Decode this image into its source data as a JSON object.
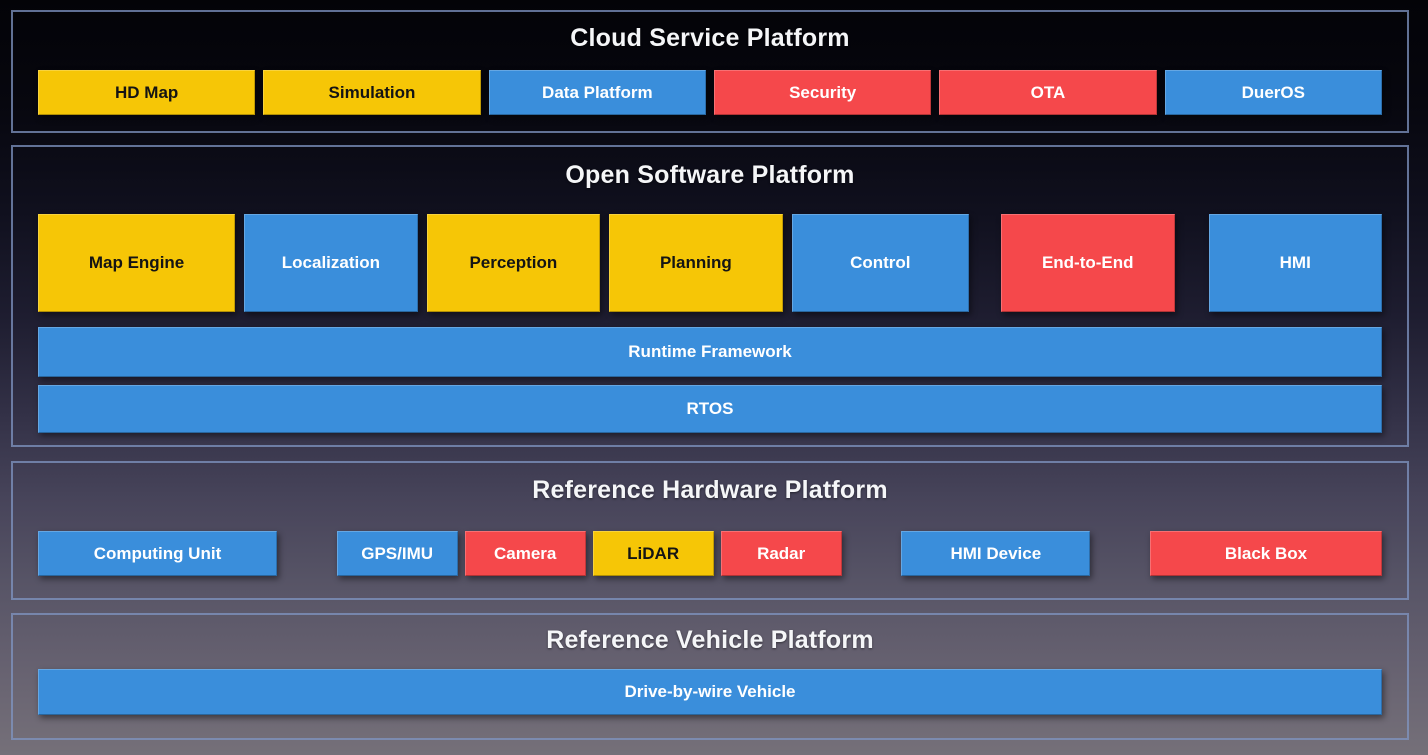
{
  "colors": {
    "yellow": "#f6c606",
    "blue": "#3a8edb",
    "red": "#f5484b",
    "panel_border": "#8096c3",
    "title_text": "#f5f6f8"
  },
  "cloud": {
    "title": "Cloud Service Platform",
    "boxes": [
      {
        "label": "HD Map",
        "color": "yellow"
      },
      {
        "label": "Simulation",
        "color": "yellow"
      },
      {
        "label": "Data Platform",
        "color": "blue"
      },
      {
        "label": "Security",
        "color": "red"
      },
      {
        "label": "OTA",
        "color": "red"
      },
      {
        "label": "DuerOS",
        "color": "blue"
      }
    ]
  },
  "software": {
    "title": "Open Software Platform",
    "modules": [
      {
        "label": "Map Engine",
        "color": "yellow"
      },
      {
        "label": "Localization",
        "color": "blue"
      },
      {
        "label": "Perception",
        "color": "yellow"
      },
      {
        "label": "Planning",
        "color": "yellow"
      },
      {
        "label": "Control",
        "color": "blue"
      },
      {
        "label": "End-to-End",
        "color": "red"
      },
      {
        "label": "HMI",
        "color": "blue"
      }
    ],
    "bars": [
      {
        "label": "Runtime Framework",
        "color": "blue"
      },
      {
        "label": "RTOS",
        "color": "blue"
      }
    ]
  },
  "hardware": {
    "title": "Reference Hardware Platform",
    "boxes": [
      {
        "label": "Computing Unit",
        "color": "blue"
      },
      {
        "label": "GPS/IMU",
        "color": "blue"
      },
      {
        "label": "Camera",
        "color": "red"
      },
      {
        "label": "LiDAR",
        "color": "yellow"
      },
      {
        "label": "Radar",
        "color": "red"
      },
      {
        "label": "HMI Device",
        "color": "blue"
      },
      {
        "label": "Black Box",
        "color": "red"
      }
    ]
  },
  "vehicle": {
    "title": "Reference Vehicle Platform",
    "bars": [
      {
        "label": "Drive-by-wire Vehicle",
        "color": "blue"
      }
    ]
  }
}
